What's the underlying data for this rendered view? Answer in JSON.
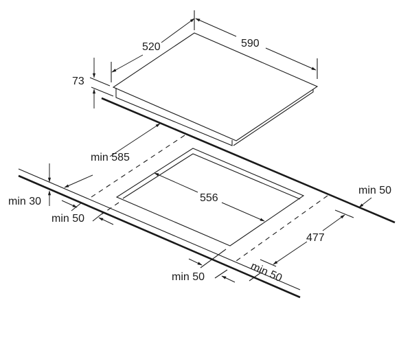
{
  "diagram": {
    "hob": {
      "width_label": "590",
      "depth_label": "520",
      "height_label": "73"
    },
    "cutout": {
      "width_label": "556",
      "depth_label": "477",
      "min_depth_label": "min 585",
      "min_worktop_thickness_label": "min 30",
      "min_front_clearance_label": "min 50",
      "min_left_clearance_label": "min 50",
      "min_right_clearance_label": "min 50",
      "min_back_clearance_label": "min 50"
    },
    "colors": {
      "line": "#1a1a1a",
      "background": "#ffffff"
    }
  }
}
